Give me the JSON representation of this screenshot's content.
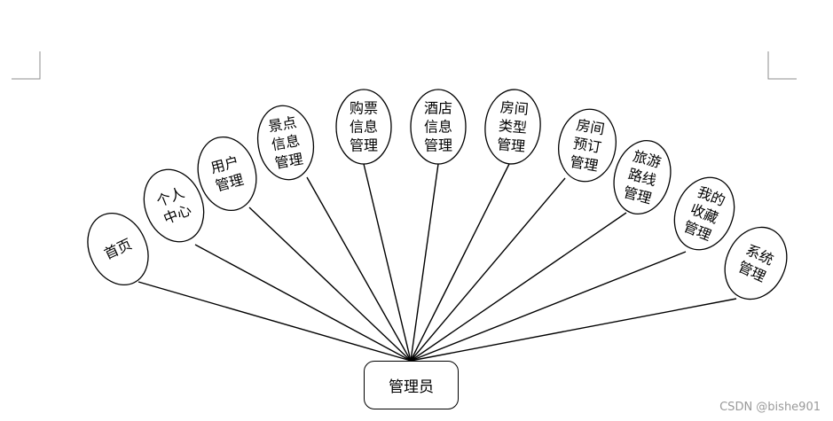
{
  "root": {
    "label": "管理员"
  },
  "nodes": [
    {
      "id": "home",
      "lines": [
        "首页"
      ]
    },
    {
      "id": "personal",
      "lines": [
        "个人",
        "中心"
      ]
    },
    {
      "id": "user",
      "lines": [
        "用户",
        "管理"
      ]
    },
    {
      "id": "scenic",
      "lines": [
        "景点",
        "信息",
        "管理"
      ]
    },
    {
      "id": "ticket",
      "lines": [
        "购票",
        "信息",
        "管理"
      ]
    },
    {
      "id": "hotel",
      "lines": [
        "酒店",
        "信息",
        "管理"
      ]
    },
    {
      "id": "roomtype",
      "lines": [
        "房间",
        "类型",
        "管理"
      ]
    },
    {
      "id": "booking",
      "lines": [
        "房间",
        "预订",
        "管理"
      ]
    },
    {
      "id": "route",
      "lines": [
        "旅游",
        "路线",
        "管理"
      ]
    },
    {
      "id": "favorite",
      "lines": [
        "我的",
        "收藏",
        "管理"
      ]
    },
    {
      "id": "system",
      "lines": [
        "系统",
        "管理"
      ]
    }
  ],
  "watermark": "CSDN @bishe901"
}
